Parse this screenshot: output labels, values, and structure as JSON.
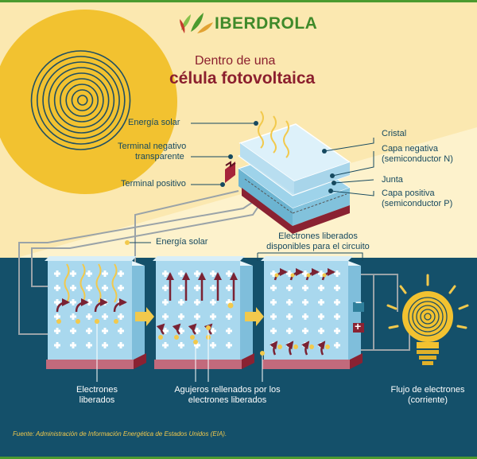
{
  "brand": {
    "name": "IBERDROLA",
    "logo": "iberdrola-leaf-logo"
  },
  "title": {
    "line1": "Dentro de una",
    "line2": "célula fotovoltaica"
  },
  "cell_labels_left": {
    "solar": "Energía solar",
    "neg_terminal_1": "Terminal negativo",
    "neg_terminal_2": "transparente",
    "pos_terminal": "Terminal positivo"
  },
  "cell_labels_right": {
    "glass": "Cristal",
    "neg_layer_1": "Capa negativa",
    "neg_layer_2": "(semiconductor N)",
    "junction": "Junta",
    "pos_layer_1": "Capa positiva",
    "pos_layer_2": "(semiconductor P)"
  },
  "process": {
    "solar": "Energía solar",
    "free_circuit_1": "Electrones liberados",
    "free_circuit_2": "disponibles para el circuito",
    "minus": "−",
    "plus": "+",
    "freed_1": "Electrones",
    "freed_2": "liberados",
    "holes_1": "Agujeros rellenados por los",
    "holes_2": "electrones liberados",
    "flow_1": "Flujo de electrones",
    "flow_2": "(corriente)"
  },
  "source": "Fuente: Administración de Información Energética de Estados Unidos (EIA).",
  "colors": {
    "background": "#fbe8b0",
    "sun": "#f2c230",
    "panel_blue": "#14506a",
    "label_text": "#16495f",
    "title_red": "#8b1f2e",
    "electron": "#f2c94c",
    "arrow": "#7a2233",
    "brand_green": "#3f8a2a"
  }
}
